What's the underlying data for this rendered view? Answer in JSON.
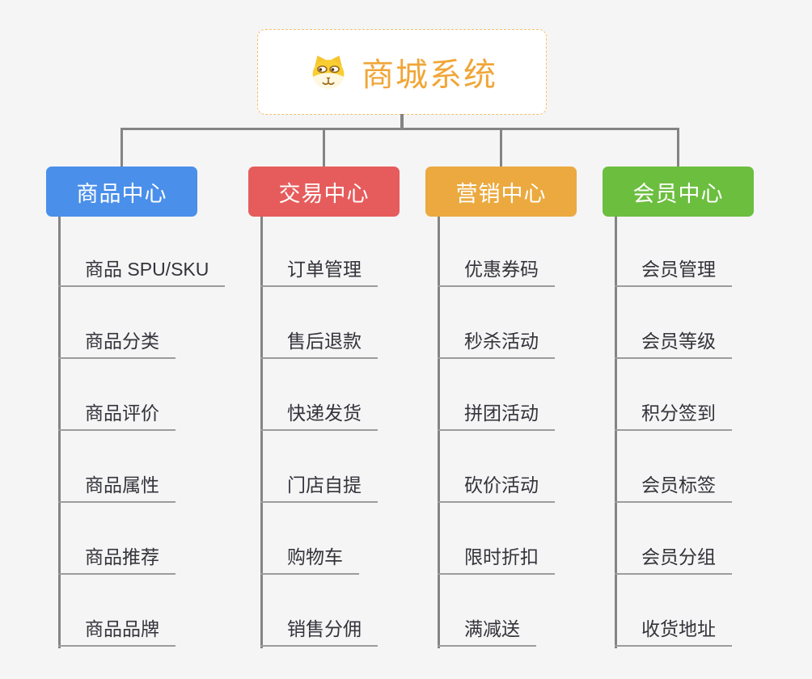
{
  "root": {
    "title": "商城系统",
    "icon": "doge-icon",
    "text_color": "#F0A637",
    "border_color": "#F5C06A"
  },
  "style": {
    "background": "#F5F5F5",
    "connector_color": "#848484",
    "leaf_underline_color": "#9C9C9C",
    "leaf_text_color": "#33333B"
  },
  "branches": [
    {
      "label": "商品中心",
      "color": "#4A8FEA",
      "items": [
        "商品 SPU/SKU",
        "商品分类",
        "商品评价",
        "商品属性",
        "商品推荐",
        "商品品牌"
      ]
    },
    {
      "label": "交易中心",
      "color": "#E65C5C",
      "items": [
        "订单管理",
        "售后退款",
        "快递发货",
        "门店自提",
        "购物车",
        "销售分佣"
      ]
    },
    {
      "label": "营销中心",
      "color": "#EBA93F",
      "items": [
        "优惠券码",
        "秒杀活动",
        "拼团活动",
        "砍价活动",
        "限时折扣",
        "满减送"
      ]
    },
    {
      "label": "会员中心",
      "color": "#6CBE3F",
      "items": [
        "会员管理",
        "会员等级",
        "积分签到",
        "会员标签",
        "会员分组",
        "收货地址"
      ]
    }
  ]
}
